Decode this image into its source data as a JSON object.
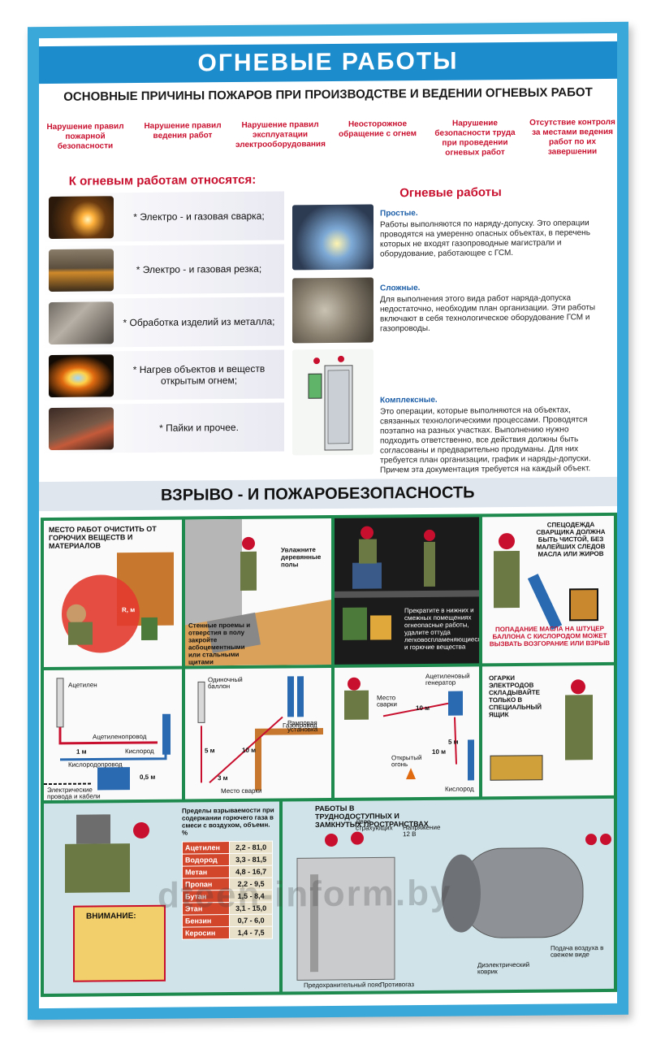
{
  "title": "ОГНЕВЫЕ РАБОТЫ",
  "subtitle": "ОСНОВНЫЕ ПРИЧИНЫ ПОЖАРОВ ПРИ ПРОИЗВОДСТВЕ И ВЕДЕНИИ ОГНЕВЫХ РАБОТ",
  "causes": [
    "Нарушение правил пожарной безопасности",
    "Нарушение правил ведения работ",
    "Нарушение правил эксплуатации электрооборудования",
    "Неосторожное обращение с огнем",
    "Нарушение безопасности труда при проведении огневых работ",
    "Отсутствие контроля за местами ведения работ по их завершении"
  ],
  "left": {
    "heading": "К огневым работам относятся:",
    "items": [
      "* Электро - и газовая сварка;",
      "* Электро - и газовая резка;",
      "* Обработка изделий из металла;",
      "* Нагрев объектов и веществ открытым огнем;",
      "* Пайки и прочее."
    ]
  },
  "right": {
    "heading": "Огневые работы",
    "simple_title": "Простые.",
    "simple_text": "Работы выполняются по наряду-допуску. Это операции проводятся на умеренно опасных объектах, в перечень которых не входят газопроводные магистрали и оборудование, работающее с ГСМ.",
    "complex_title": "Сложные.",
    "complex_text": "Для выполнения этого вида работ наряда-допуска недостаточно, необходим план организации. Эти работы включают в себя технологическое оборудование ГСМ и газопроводы.",
    "combined_title": "Комплексные.",
    "combined_text": "Это операции, которые выполняются на объектах, связанных технологическими процессами. Проводятся поэтапно на разных участках. Выполнению нужно подходить ответственно, все действия должны быть согласованы и предварительно продуманы. Для них требуется план организации, график и наряды-допуски. Причем эта документация требуется на каждый объект."
  },
  "section2": "ВЗРЫВО - И ПОЖАРОБЕЗОПАСНОСТЬ",
  "grid": {
    "c1_title": "МЕСТО РАБОТ ОЧИСТИТЬ ОТ ГОРЮЧИХ ВЕЩЕСТВ И МАТЕРИАЛОВ",
    "c1_rm": "R, м",
    "c2_label1": "Увлажните деревянные полы",
    "c2_label2": "Стенные проемы и отверстия в полу закройте асбоцементными или стальными щитами",
    "c3_label": "Прекратите в нижних и смежных помещениях огнеопасные работы, удалите оттуда легковоспламеняющиеся и горючие вещества",
    "c4_label1": "СПЕЦОДЕЖДА СВАРЩИКА ДОЛЖНА БЫТЬ ЧИСТОЙ, БЕЗ МАЛЕЙШИХ СЛЕДОВ МАСЛА ИЛИ ЖИРОВ",
    "c4_label2": "ПОПАДАНИЕ МАСЛА НА ШТУЦЕР БАЛЛОНА С КИСЛОРОДОМ МОЖЕТ ВЫЗВАТЬ ВОЗГОРАНИЕ ИЛИ ВЗРЫВ",
    "c5_acet": "Ацетилен",
    "c5_acetpipe": "Ацетиленопровод",
    "c5_oxy": "Кислород",
    "c5_oxypipe": "Кислородопровод",
    "c5_1m": "1 м",
    "c5_05m": "0,5 м",
    "c5_cables": "Электрические провода и кабели",
    "c6_single": "Одиночный баллон",
    "c6_ramp": "Рамповая установка",
    "c6_gas": "Газопровод",
    "c6_5m": "5 м",
    "c6_10m": "10 м",
    "c6_3m": "3 м",
    "c6_place": "Место сварки",
    "c7_gen": "Ацетиленовый генератор",
    "c7_place": "Место сварки",
    "c7_10m_a": "10 м",
    "c7_10m_b": "10 м",
    "c7_5m": "5 м",
    "c7_fire": "Открытый огонь",
    "c7_oxy": "Кислород",
    "c8_label": "ОГАРКИ ЭЛЕКТРОДОВ СКЛАДЫВАЙТЕ ТОЛЬКО В СПЕЦИАЛЬНЫЙ ЯЩИК",
    "c9_title": "РАБОТЫ В ТРУДНОДОСТУПНЫХ И ЗАМКНУТЫХ ПРОСТРАНСТВАХ",
    "c9_observers": "Двое страхующих",
    "c9_voltage": "Напряжение 12 В",
    "c9_belt": "Предохранительный пояс",
    "c9_rope": "Противогаз",
    "c10_air": "Подача воздуха в свежем виде",
    "c10_label": "Диэлектрический коврик",
    "expl_title": "Пределы взрываемости при содержании горючего газа в смеси с воздухом, объемн. %",
    "expl_rows": [
      {
        "name": "Ацетилен",
        "value": "2,2 - 81,0"
      },
      {
        "name": "Водород",
        "value": "3,3 - 81,5"
      },
      {
        "name": "Метан",
        "value": "4,8 - 16,7"
      },
      {
        "name": "Пропан",
        "value": "2,2 - 9,5"
      },
      {
        "name": "Бутан",
        "value": "1,5 - 8,4"
      },
      {
        "name": "Этан",
        "value": "3,1 - 15,0"
      },
      {
        "name": "Бензин",
        "value": "0,7 - 6,0"
      },
      {
        "name": "Керосин",
        "value": "1,4 - 7,5"
      }
    ],
    "warn_title": "ВНИМАНИЕ:"
  },
  "watermark": "dteen-inform.by",
  "colors": {
    "frame": "#3aa8d8",
    "title_band": "#1d8ccc",
    "accent_red": "#c8102e",
    "grid_green": "#1f8a4d",
    "section_band": "#dfe6ee"
  }
}
